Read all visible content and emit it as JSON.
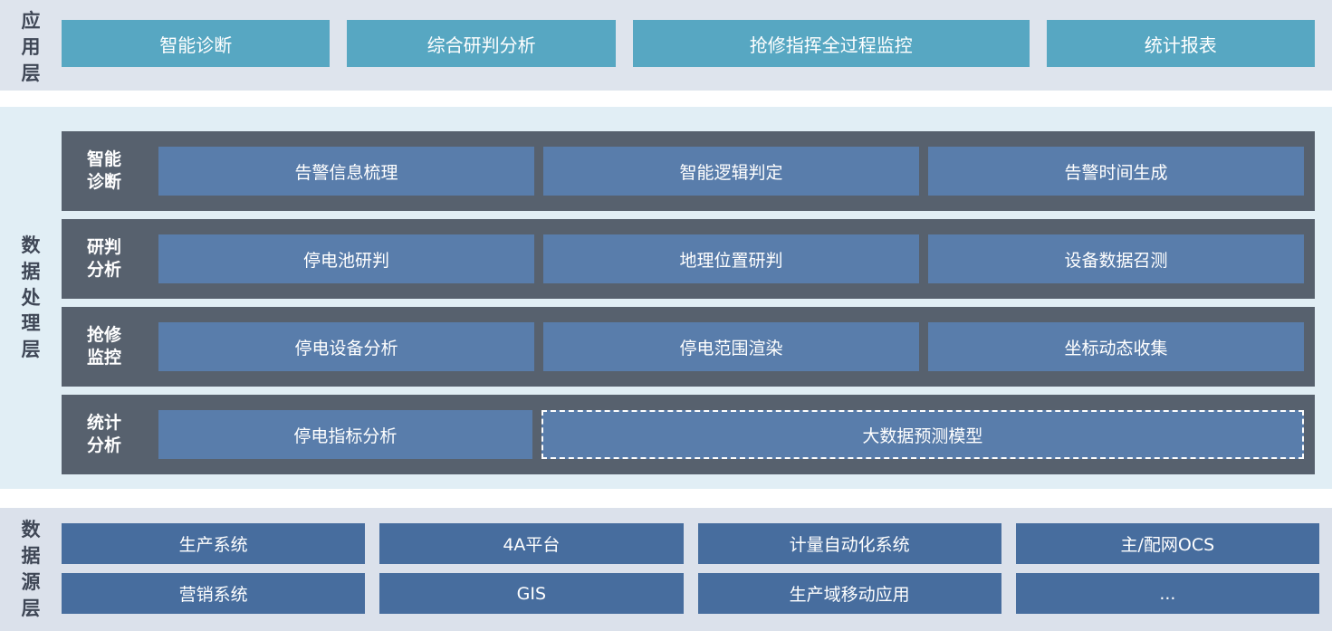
{
  "colors": {
    "app_layer_bg": "#dee4ed",
    "app_button_bg": "#57a7c2",
    "processing_layer_bg": "#e1eef5",
    "processing_row_bg": "#57616e",
    "processing_box_bg": "#597dab",
    "source_layer_bg": "#dbe1eb",
    "source_box_bg": "#476d9e",
    "layer_label_color": "#3f4756",
    "box_text_color": "#ffffff"
  },
  "app_layer": {
    "label": "应用层",
    "buttons": [
      {
        "label": "智能诊断"
      },
      {
        "label": "综合研判分析"
      },
      {
        "label": "抢修指挥全过程监控"
      },
      {
        "label": "统计报表"
      }
    ]
  },
  "processing_layer": {
    "label": "数据处理层",
    "rows": [
      {
        "label_line1": "智能",
        "label_line2": "诊断",
        "boxes": [
          "告警信息梳理",
          "智能逻辑判定",
          "告警时间生成"
        ]
      },
      {
        "label_line1": "研判",
        "label_line2": "分析",
        "boxes": [
          "停电池研判",
          "地理位置研判",
          "设备数据召测"
        ]
      },
      {
        "label_line1": "抢修",
        "label_line2": "监控",
        "boxes": [
          "停电设备分析",
          "停电范围渲染",
          "坐标动态收集"
        ]
      },
      {
        "label_line1": "统计",
        "label_line2": "分析",
        "boxes": [
          "停电指标分析",
          "大数据预测模型"
        ]
      }
    ]
  },
  "source_layer": {
    "label": "数据源层",
    "rows": [
      {
        "boxes": [
          "生产系统",
          "4A平台",
          "计量自动化系统",
          "主/配网OCS"
        ]
      },
      {
        "boxes": [
          "营销系统",
          "GIS",
          "生产域移动应用",
          "..."
        ]
      }
    ]
  }
}
